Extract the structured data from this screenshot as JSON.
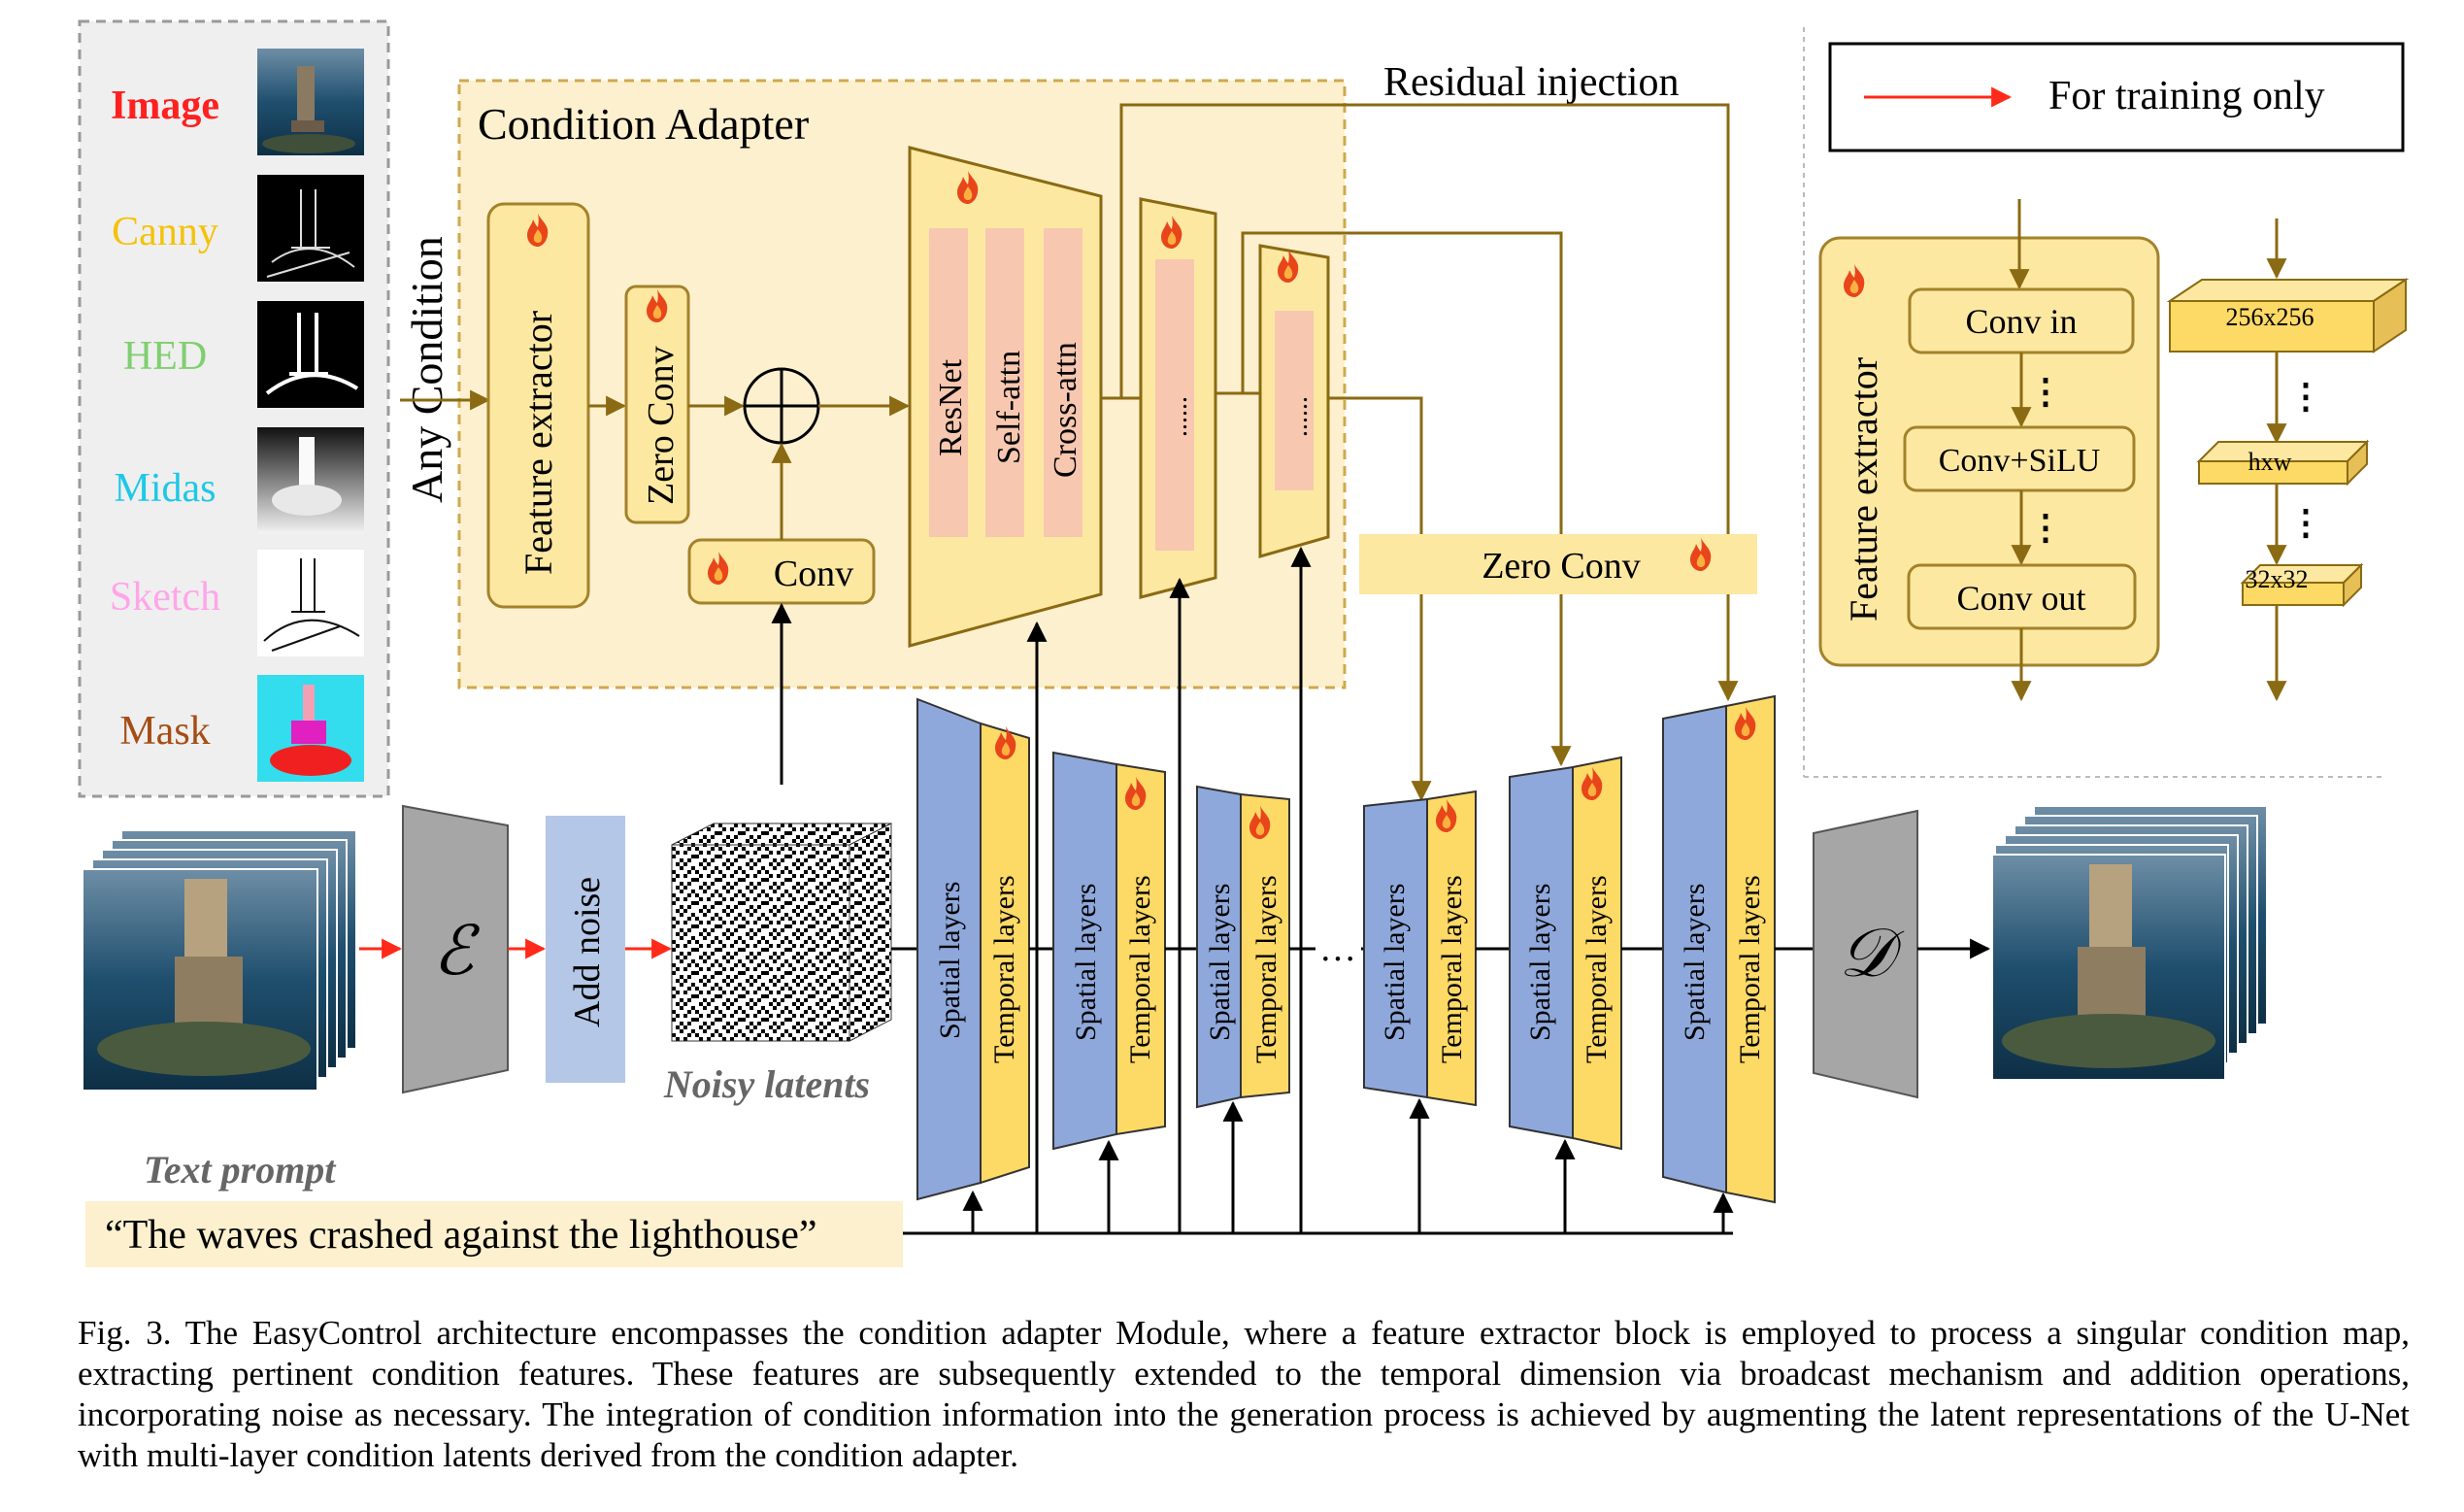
{
  "legend": {
    "training_only": "For training only"
  },
  "conditions": [
    {
      "label": "Image",
      "color": "#ff2020"
    },
    {
      "label": "Canny",
      "color": "#f5c20a"
    },
    {
      "label": "HED",
      "color": "#7fcf70"
    },
    {
      "label": "Midas",
      "color": "#1ec8e6"
    },
    {
      "label": "Sketch",
      "color": "#ffa6e8"
    },
    {
      "label": "Mask",
      "color": "#a64c14"
    }
  ],
  "adapter": {
    "title": "Condition Adapter",
    "any_condition": "Any Condition",
    "feature_extractor": "Feature extractor",
    "zero_conv": "Zero Conv",
    "conv": "Conv",
    "block_labels": [
      "ResNet",
      "Self-attn",
      "Cross-attn"
    ],
    "ellipsis": "......"
  },
  "residual_injection": "Residual injection",
  "zero_conv_bar": "Zero Conv",
  "feature_extractor_detail": {
    "title": "Feature extractor",
    "conv_in": "Conv in",
    "conv_silu": "Conv+SiLU",
    "conv_out": "Conv out",
    "vdots": "⋮",
    "sizes": [
      "256x256",
      "hxw",
      "32x32"
    ]
  },
  "pipeline": {
    "encoder": "ℰ",
    "add_noise": "Add noise",
    "noisy_latents": "Noisy latents",
    "spatial": "Spatial layers",
    "temporal": "Temporal layers",
    "hdots": "···",
    "decoder": "𝒟"
  },
  "text_prompt": {
    "label": "Text prompt",
    "value": "“The waves crashed against the lighthouse”"
  },
  "colors": {
    "adapter_bg": "#fdf0cf",
    "block_fill": "#fde8a2",
    "inner_pink": "#f7c7b0",
    "spatial": "#8fa8db",
    "temporal": "#fdd966",
    "arrow": "#8a6a12",
    "red_arrow": "#ff2a1a",
    "gray_block": "#a6a6a6",
    "noise_block": "#b4c7e7"
  },
  "caption": "Fig. 3.  The EasyControl architecture encompasses the condition adapter Module, where a feature extractor block is employed to process a singular condition map, extracting pertinent condition features. These features are subsequently extended to the temporal dimension via broadcast mechanism and addition operations, incorporating noise as necessary. The integration of condition information into the generation process is achieved by augmenting the latent representations of the U-Net with multi-layer condition latents derived from the condition adapter."
}
